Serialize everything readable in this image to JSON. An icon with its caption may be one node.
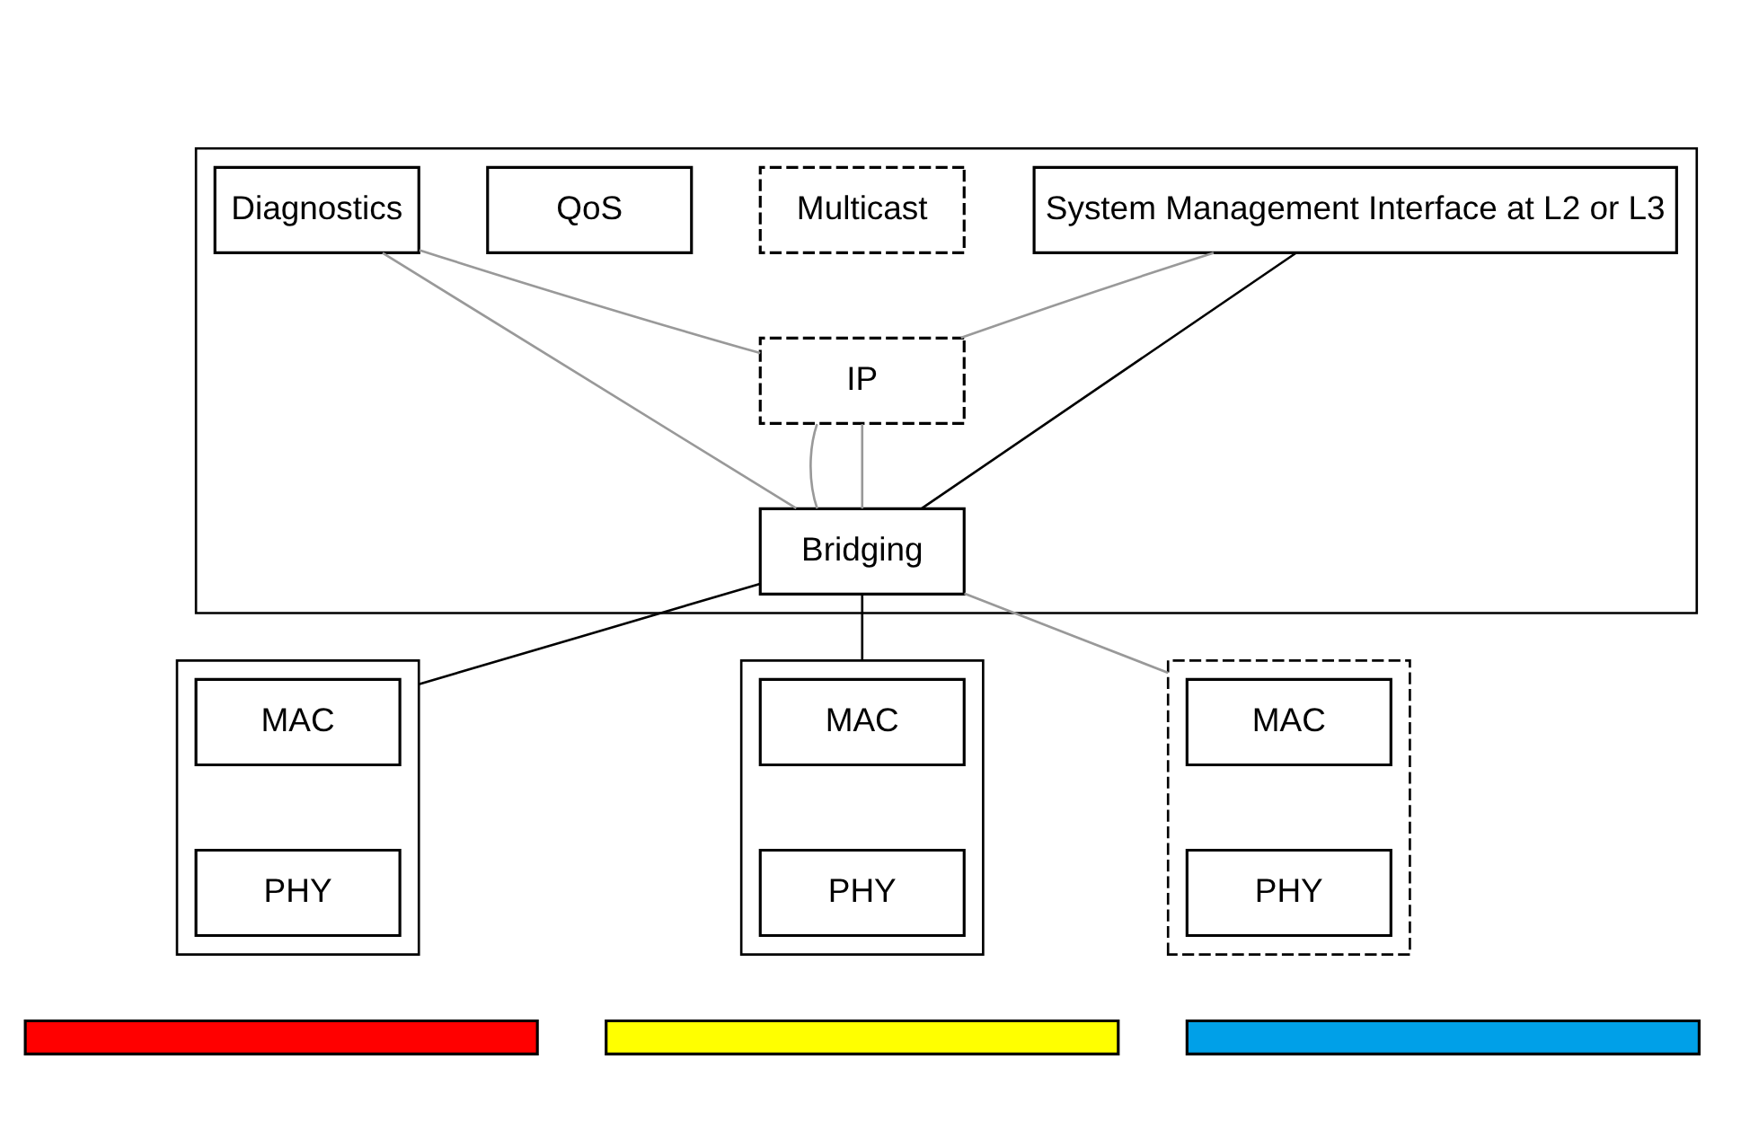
{
  "diagram": {
    "nodes": [
      {
        "text": [],
        "shape": "box"
      },
      {
        "text": [
          "QoS"
        ],
        "in": 0
      },
      {
        "text": [
          "Diagnostics"
        ],
        "in": 0
      },
      {
        "text": [
          "System Management Interface at L2 or L3"
        ],
        "in": 0
      },
      {
        "text": [
          "Multicast"
        ],
        "in": 0
      },
      {
        "text": [
          "IP"
        ],
        "in": 0
      },
      {
        "text": [
          "Bridging"
        ],
        "in": 0
      },
      {
        "text": [],
        "shape": "box"
      },
      {
        "text": [
          "MAC"
        ],
        "in": 7
      },
      {
        "text": [
          "PHY"
        ],
        "in": 7
      },
      {
        "text": [],
        "shape": "box"
      },
      {
        "text": [
          "MAC"
        ],
        "in": 10
      },
      {
        "text": [
          "PHY"
        ],
        "in": 10
      },
      {
        "text": [],
        "shape": "box"
      },
      {
        "text": [
          "MAC"
        ],
        "in": 13
      },
      {
        "text": [
          "PHY"
        ],
        "in": 13
      },
      {
        "text": [],
        "shape": "bar"
      },
      {
        "text": [],
        "shape": "bar"
      },
      {
        "text": [],
        "shape": "bar"
      }
    ],
    "edges": [
      {
        "from": 2,
        "to": 6,
        "arrow": "none"
      },
      {
        "from": 2,
        "to": 5,
        "arrow": "none"
      },
      {
        "from": 5,
        "to": 6,
        "arrow": "none"
      },
      {
        "from": 3,
        "to": 5,
        "arrow": "none"
      },
      {
        "from": 5,
        "to": 6,
        "arrow": "none"
      },
      {
        "from": 3,
        "to": 6,
        "arrow": "none",
        "color": "#000000"
      },
      {
        "from": 6,
        "to": 7,
        "arrow": "none",
        "color": "#000000"
      },
      {
        "from": 6,
        "to": 10,
        "arrow": "none",
        "color": "#000000"
      },
      {
        "from": 6,
        "to": 13,
        "arrow": "none"
      }
    ]
  }
}
